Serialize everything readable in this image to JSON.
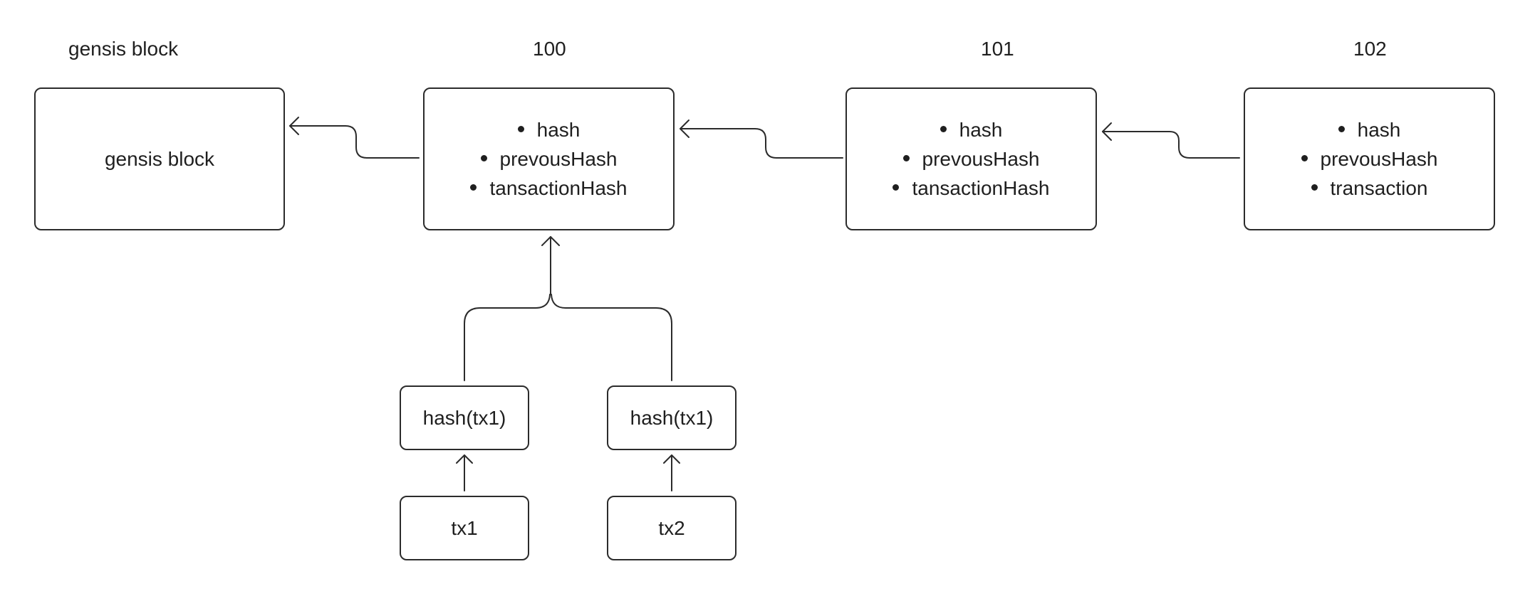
{
  "blocks": [
    {
      "id": "genesis",
      "title": "gensis block",
      "label": "gensis block"
    },
    {
      "id": "b100",
      "title": "100",
      "fields": [
        "hash",
        "prevousHash",
        "tansactionHash"
      ]
    },
    {
      "id": "b101",
      "title": "101",
      "fields": [
        "hash",
        "prevousHash",
        "tansactionHash"
      ]
    },
    {
      "id": "b102",
      "title": "102",
      "fields": [
        "hash",
        "prevousHash",
        "transaction"
      ]
    }
  ],
  "hash_nodes": [
    "hash(tx1)",
    "hash(tx1)"
  ],
  "tx_nodes": [
    "tx1",
    "tx2"
  ]
}
